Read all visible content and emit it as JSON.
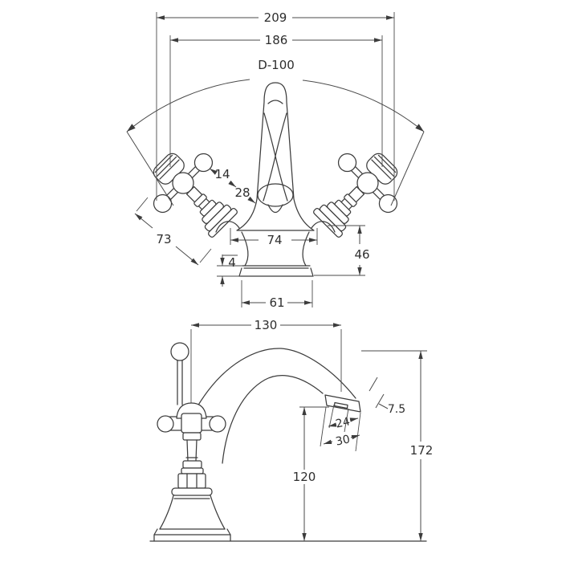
{
  "figure": {
    "type": "technical-drawing",
    "subject": "basin mixer tap dimension diagram",
    "background": "#ffffff",
    "line_color": "#3c3c3c"
  },
  "dims": {
    "front": {
      "overall_width": "209",
      "handle_span": "186",
      "swivel_arc": "D-100",
      "handle_stem": "14",
      "handle_base": "28",
      "handle_length": "73",
      "body_width": "74",
      "body_height": "46",
      "plinth_height": "4",
      "plinth_width": "61"
    },
    "side": {
      "spout_reach": "130",
      "aerator_face": "7.5",
      "nozzle_inner": "24",
      "nozzle_outer": "30",
      "overall_height": "172",
      "spout_height": "120"
    }
  }
}
